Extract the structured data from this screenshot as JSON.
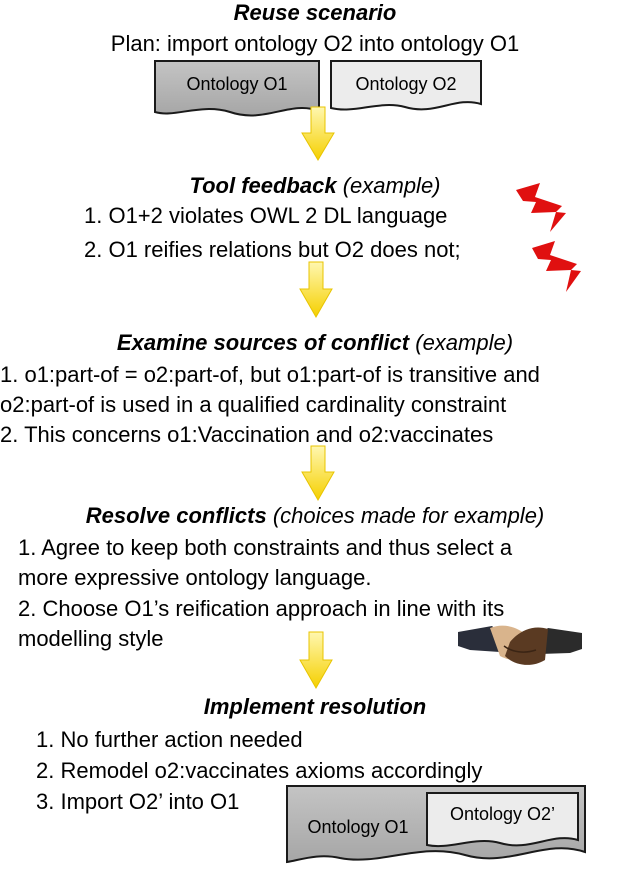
{
  "reuse": {
    "title": "Reuse scenario",
    "plan": "Plan: import ontology O2 into ontology O1",
    "doc_o1": "Ontology O1",
    "doc_o2": "Ontology O2"
  },
  "feedback": {
    "title": "Tool feedback",
    "note": "(example)",
    "items": [
      "1. O1+2 violates OWL 2 DL language",
      "2. O1 reifies relations but O2 does not;"
    ]
  },
  "examine": {
    "title": "Examine sources of conflict",
    "note": "(example)",
    "lines": [
      "1. o1:part-of = o2:part-of, but o1:part-of is transitive and",
      "o2:part-of is used in a qualified cardinality constraint",
      "2. This concerns o1:Vaccination and o2:vaccinates"
    ]
  },
  "resolve": {
    "title": "Resolve conflicts",
    "note": "(choices made for example)",
    "lines": [
      "1. Agree to keep both constraints and thus select a",
      "more expressive ontology language.",
      "2. Choose O1’s reification approach in line with its",
      "modelling style"
    ]
  },
  "implement": {
    "title": "Implement resolution",
    "items": [
      "1. No further action needed",
      "2. Remodel o2:vaccinates axioms accordingly",
      "3. Import O2’ into O1"
    ],
    "doc_o1": "Ontology O1",
    "doc_o2": "Ontology O2’"
  },
  "icons": {
    "conflict": "lightning-bolt-icon",
    "agreement": "handshake-icon",
    "flow": "arrow-down-icon"
  },
  "colors": {
    "arrow_top": "#fff7b0",
    "arrow_bottom": "#f5d000",
    "bolt": "#e01010",
    "doc_dark": "#b4b4b4",
    "doc_light": "#ececec"
  }
}
